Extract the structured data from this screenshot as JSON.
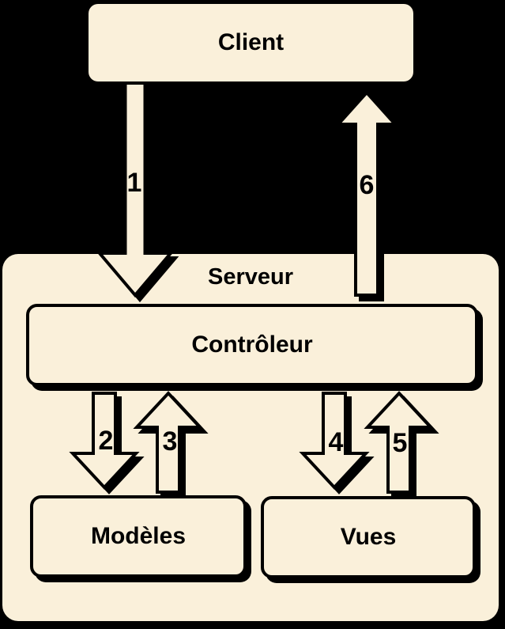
{
  "diagram": {
    "nodes": {
      "client": {
        "label": "Client"
      },
      "serveur": {
        "label": "Serveur"
      },
      "controleur": {
        "label": "Contrôleur"
      },
      "modeles": {
        "label": "Modèles"
      },
      "vues": {
        "label": "Vues"
      }
    },
    "arrows": [
      {
        "label": "1",
        "from": "client",
        "to": "controleur",
        "direction": "down"
      },
      {
        "label": "2",
        "from": "controleur",
        "to": "modeles",
        "direction": "down"
      },
      {
        "label": "3",
        "from": "modeles",
        "to": "controleur",
        "direction": "up"
      },
      {
        "label": "4",
        "from": "controleur",
        "to": "vues",
        "direction": "down"
      },
      {
        "label": "5",
        "from": "vues",
        "to": "controleur",
        "direction": "up"
      },
      {
        "label": "6",
        "from": "controleur",
        "to": "client",
        "direction": "up"
      }
    ],
    "colors": {
      "background": "#000000",
      "node_fill": "#FAF0DA",
      "ink": "#000000"
    }
  }
}
